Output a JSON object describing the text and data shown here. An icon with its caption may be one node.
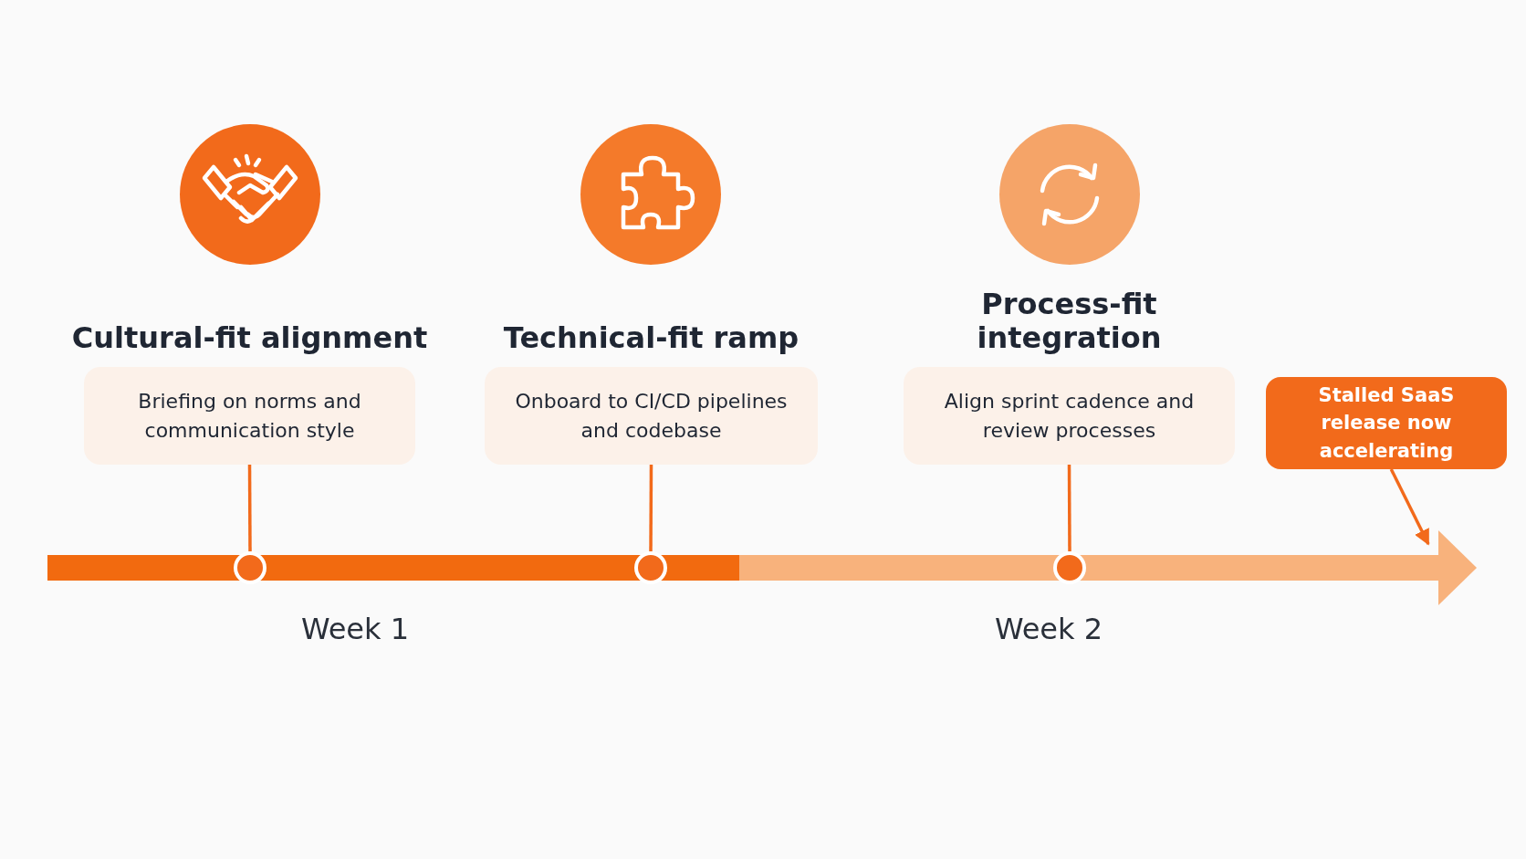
{
  "diagram": {
    "nodes": [
      {
        "text": [
          "Cultural-fit alignment",
          "Briefing on norms and communication style"
        ]
      },
      {
        "text": [
          "Technical-fit ramp",
          "Onboard to CI/CD pipelines and codebase"
        ]
      },
      {
        "text": [
          "Process-fit integration",
          "Align sprint cadence and review processes"
        ]
      },
      {
        "text": [
          "Stalled SaaS release now accelerating"
        ]
      },
      {
        "text": [],
        "shape": "circle"
      },
      {
        "text": [],
        "shape": "circle"
      },
      {
        "text": [],
        "shape": "circle"
      }
    ],
    "edges": [
      {
        "from": 0,
        "to": 4,
        "arrow": "none"
      },
      {
        "from": 1,
        "to": 5,
        "arrow": "none"
      },
      {
        "from": 2,
        "to": 6,
        "arrow": "none"
      },
      {
        "from": 3,
        "to": null,
        "arrow": "to"
      }
    ],
    "labels": [
      "Week 1",
      "Week 2"
    ]
  }
}
